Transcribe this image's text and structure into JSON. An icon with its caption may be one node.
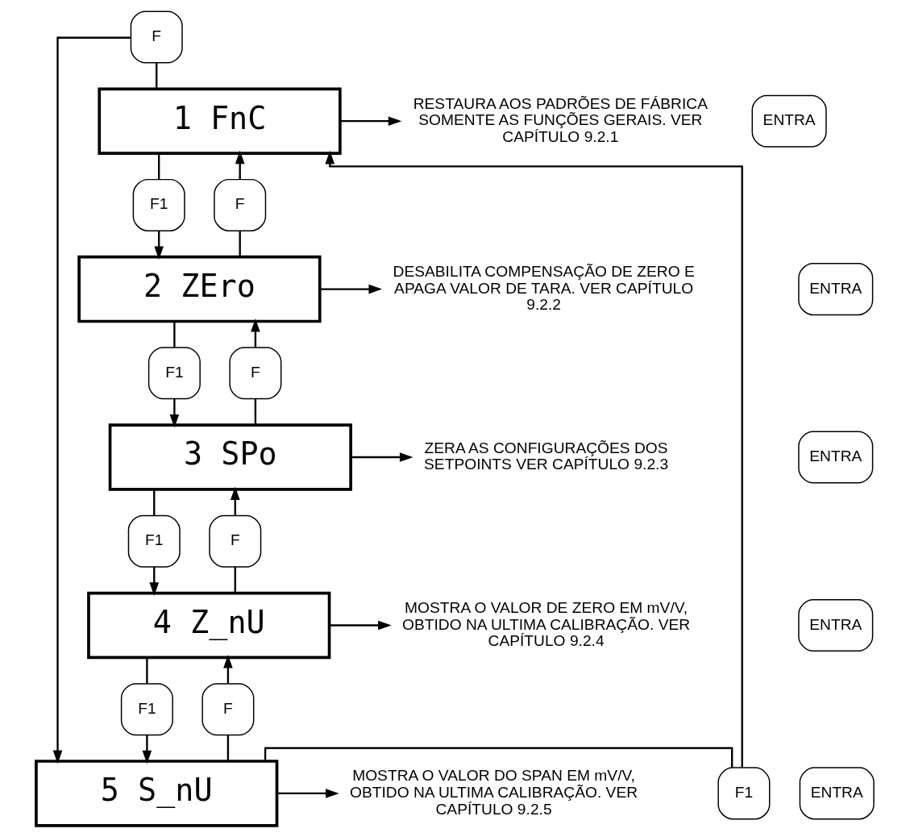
{
  "diagram": {
    "nodes": [
      {
        "text": [
          "F"
        ]
      },
      {
        "text": [
          "1 FnC"
        ]
      },
      {
        "text": [
          "ENTRA"
        ]
      },
      {
        "text": [
          "RESTAURA AOS PADRÕES DE FÁBRICA SOMENTE AS FUNÇÕES GERAIS. VER CAPÍTULO 9.2.1"
        ]
      },
      {
        "text": [
          "F1"
        ]
      },
      {
        "text": [
          "F"
        ]
      },
      {
        "text": [
          "2 ZEro"
        ]
      },
      {
        "text": [
          "ENTRA"
        ]
      },
      {
        "text": [
          "DESABILITA COMPENSAÇÃO DE ZERO E APAGA VALOR DE TARA. VER CAPÍTULO 9.2.2"
        ]
      },
      {
        "text": [
          "F1"
        ]
      },
      {
        "text": [
          "F"
        ]
      },
      {
        "text": [
          "3 SPo"
        ]
      },
      {
        "text": [
          "ENTRA"
        ]
      },
      {
        "text": [
          "ZERA AS CONFIGURAÇÕES DOS SETPOINTS VER CAPÍTULO 9.2.3"
        ]
      },
      {
        "text": [
          "F1"
        ]
      },
      {
        "text": [
          "F"
        ]
      },
      {
        "text": [
          "4 Z_nU"
        ]
      },
      {
        "text": [
          "ENTRA"
        ]
      },
      {
        "text": [
          "MOSTRA O VALOR DE ZERO EM mV/V, OBTIDO NA ULTIMA CALIBRAÇÃO. VER CAPÍTULO 9.2.4"
        ]
      },
      {
        "text": [
          "F1"
        ]
      },
      {
        "text": [
          "F"
        ]
      },
      {
        "text": [
          "F1"
        ]
      },
      {
        "text": [
          "5 S_nU"
        ]
      },
      {
        "text": [
          "ENTRA"
        ]
      },
      {
        "text": [
          "MOSTRA O VALOR DO SPAN EM mV/V, OBTIDO NA ULTIMA CALIBRAÇÃO. VER CAPÍTULO 9.2.5"
        ]
      }
    ],
    "edges": [
      {
        "from": 0,
        "to": 1,
        "arrow": "none"
      },
      {
        "from": 0,
        "to": 22,
        "arrow": "to"
      },
      {
        "from": 1,
        "to": 3,
        "arrow": "to"
      },
      {
        "from": 1,
        "to": 4,
        "arrow": "none"
      },
      {
        "from": 4,
        "to": 6,
        "arrow": "to"
      },
      {
        "from": 6,
        "to": 5,
        "arrow": "none"
      },
      {
        "from": 5,
        "to": 1,
        "arrow": "to"
      },
      {
        "from": 6,
        "to": 8,
        "arrow": "to"
      },
      {
        "from": 6,
        "to": 9,
        "arrow": "none"
      },
      {
        "from": 9,
        "to": 11,
        "arrow": "to"
      },
      {
        "from": 11,
        "to": 10,
        "arrow": "none"
      },
      {
        "from": 10,
        "to": 6,
        "arrow": "to"
      },
      {
        "from": 11,
        "to": 13,
        "arrow": "to"
      },
      {
        "from": 11,
        "to": 14,
        "arrow": "none"
      },
      {
        "from": 14,
        "to": 16,
        "arrow": "to"
      },
      {
        "from": 16,
        "to": 15,
        "arrow": "none"
      },
      {
        "from": 15,
        "to": 11,
        "arrow": "to"
      },
      {
        "from": 16,
        "to": 18,
        "arrow": "to"
      },
      {
        "from": 16,
        "to": 19,
        "arrow": "none"
      },
      {
        "from": 19,
        "to": 22,
        "arrow": "to"
      },
      {
        "from": 22,
        "to": 20,
        "arrow": "none"
      },
      {
        "from": 20,
        "to": 16,
        "arrow": "to"
      },
      {
        "from": 22,
        "to": 24,
        "arrow": "to"
      },
      {
        "from": 22,
        "to": 21,
        "arrow": "none"
      },
      {
        "from": 21,
        "to": 1,
        "arrow": "to"
      }
    ]
  }
}
